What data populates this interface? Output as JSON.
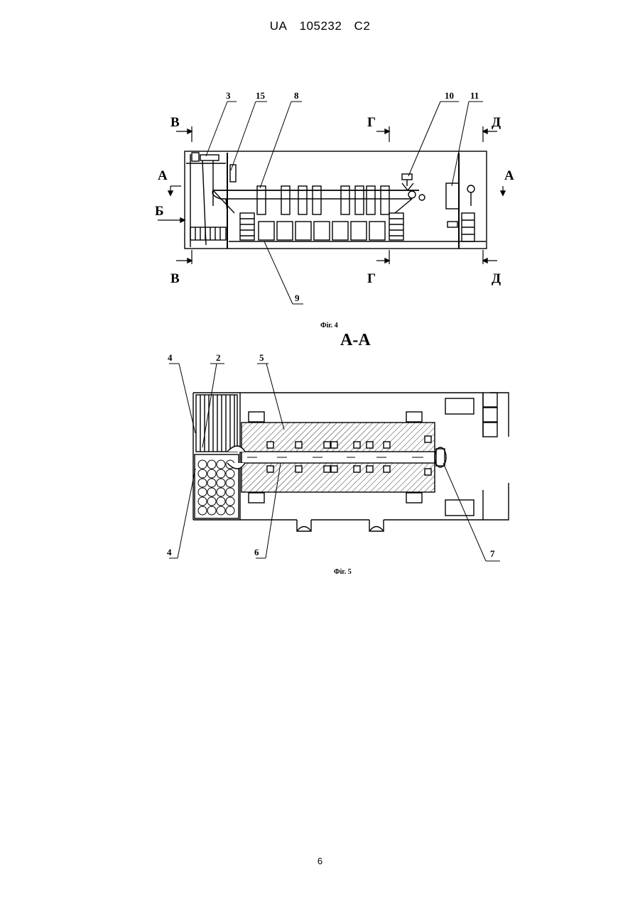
{
  "header": {
    "country": "UA",
    "number": "105232",
    "kind": "C2"
  },
  "page_number": "6",
  "fig4": {
    "caption": "Фіг. 4",
    "callouts": {
      "c3": "3",
      "c15": "15",
      "c8": "8",
      "c10": "10",
      "c11": "11",
      "c9": "9"
    },
    "section_marks": {
      "a": "А",
      "b": "Б",
      "v": "В",
      "g": "Г",
      "d": "Д"
    }
  },
  "fig5": {
    "section_title": "А-А",
    "caption": "Фіг. 5",
    "callouts": {
      "c4a": "4",
      "c2": "2",
      "c5": "5",
      "c4b": "4",
      "c6": "6",
      "c7": "7"
    }
  }
}
